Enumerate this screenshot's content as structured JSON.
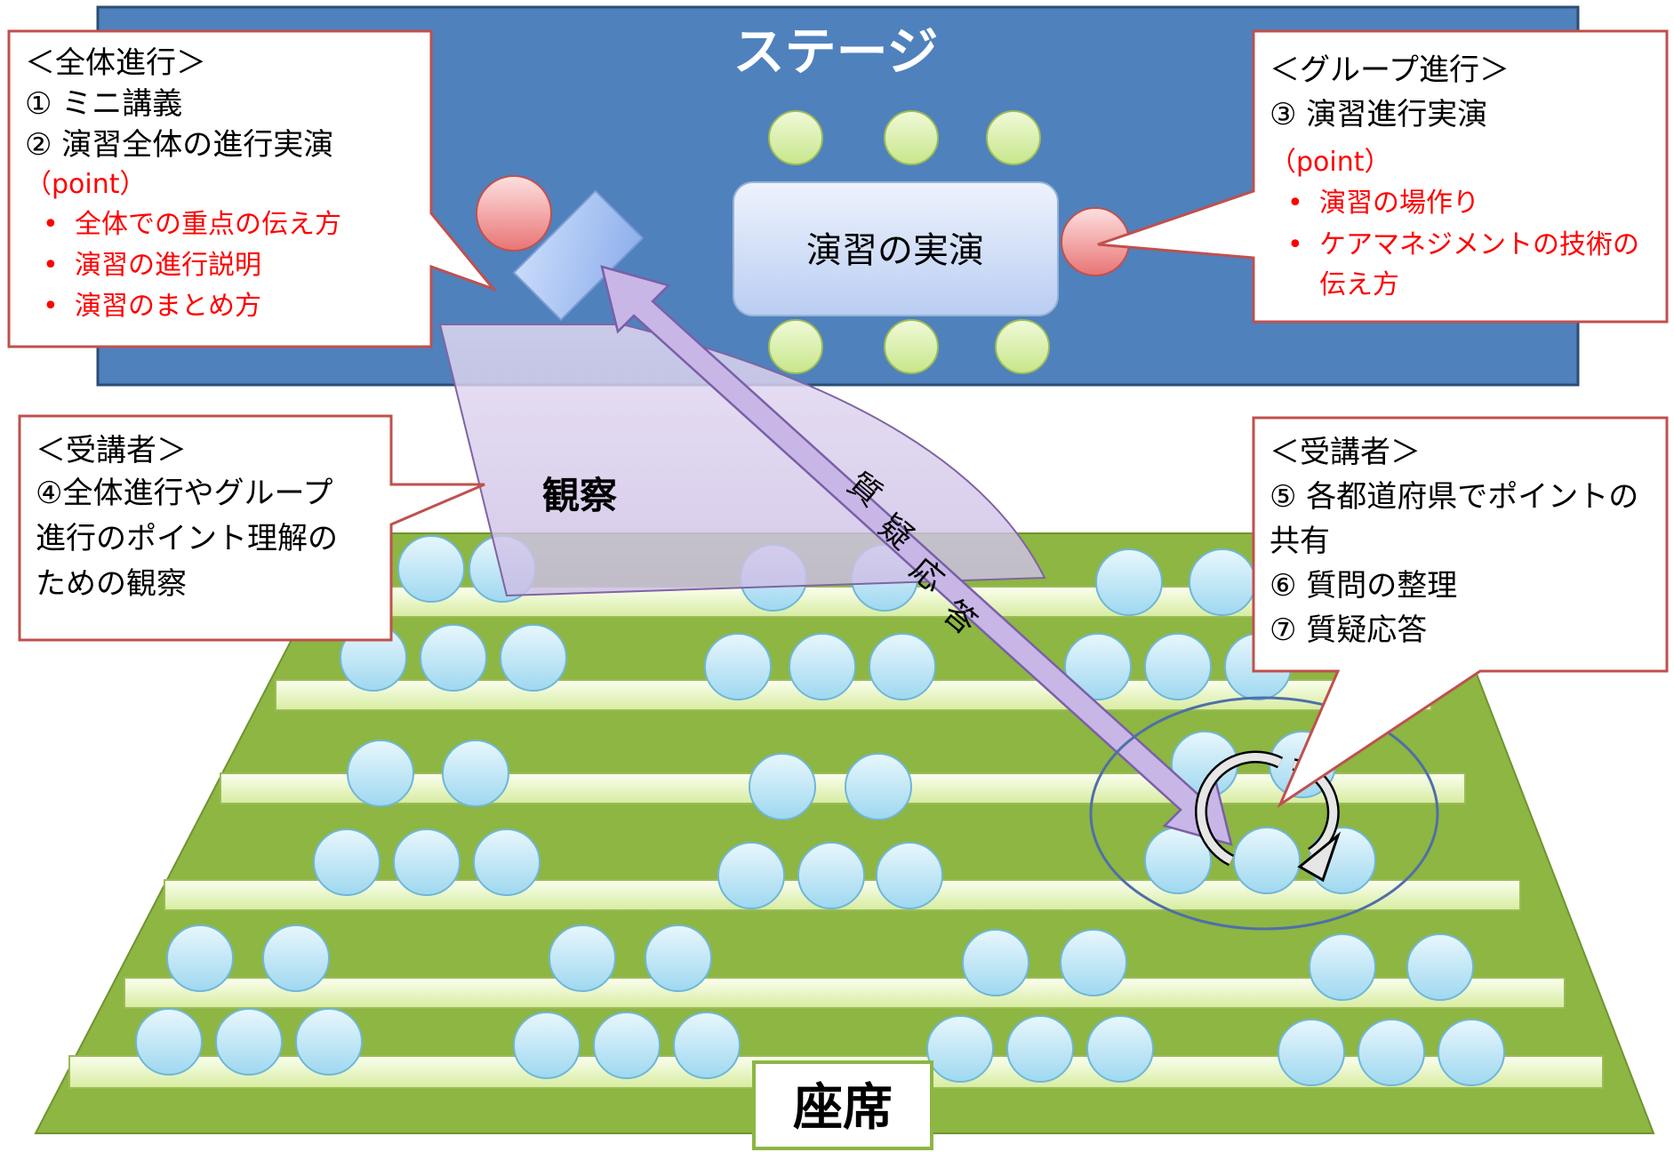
{
  "stage": {
    "title": "ステージ",
    "practice_label": "演習の実演"
  },
  "seating": {
    "label": "座席"
  },
  "observation": {
    "label": "観察"
  },
  "qa_arrow": {
    "label": "質疑応答"
  },
  "callout_overall": {
    "heading": "＜全体進行＞",
    "lines": [
      "① ミニ講義",
      "② 演習全体の進行実演"
    ],
    "point_label": "（point）",
    "points": [
      "全体での重点の伝え方",
      "演習の進行説明",
      "演習のまとめ方"
    ]
  },
  "callout_group": {
    "heading": "＜グループ進行＞",
    "lines": [
      "③ 演習進行実演"
    ],
    "point_label": "（point）",
    "points": [
      "演習の場作り",
      "ケアマネジメントの技術の伝え方"
    ]
  },
  "callout_trainee_left": {
    "heading": "＜受講者＞",
    "lines": [
      "④全体進行やグループ進行のポイント理解のための観察"
    ]
  },
  "callout_trainee_right": {
    "heading": "＜受講者＞",
    "lines": [
      "⑤ 各都道府県でポイントの共有",
      "⑥ 質問の整理",
      "⑦ 質疑応答"
    ]
  },
  "colors": {
    "stage_fill": "#4f81bd",
    "stage_border": "#2c4d75",
    "floor_green": "#8db642",
    "bench_fill": "#eaf5c8",
    "seat_fill": "#b3e2f5",
    "table_chair": "#d4eea0",
    "facilitator": "#ec8080",
    "callout_border": "#c0504d",
    "point_text": "#ff0000",
    "arrow_fill": "#c8b6e6",
    "observe_fill": "#d8cceb"
  }
}
